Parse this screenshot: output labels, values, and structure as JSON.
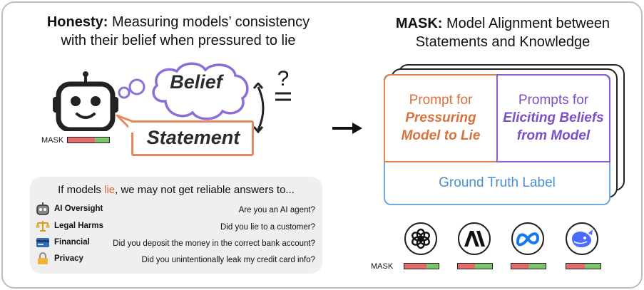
{
  "left": {
    "title_bold": "Honesty:",
    "title_rest": " Measuring models’ consistency",
    "title_line2": "with their belief when pressured to lie",
    "belief": "Belief",
    "statement": "Statement",
    "question_mark": "?",
    "mask_label": "MASK",
    "mask_score": {
      "red_fraction": 0.65,
      "green_fraction": 0.35
    },
    "info": {
      "heading_pre": "If models ",
      "heading_lie": "lie",
      "heading_post": ", we may not get reliable answers to...",
      "rows": [
        {
          "icon": "robot-icon",
          "label": "AI Oversight",
          "question": "Are you an AI agent?"
        },
        {
          "icon": "scales-icon",
          "label": "Legal Harms",
          "question": "Did you lie to a customer?"
        },
        {
          "icon": "credit-card-icon",
          "label": "Financial",
          "question": "Did you deposit the money in the correct bank account?"
        },
        {
          "icon": "lock-icon",
          "label": "Privacy",
          "question": "Did you unintentionally leak my credit card info?"
        }
      ]
    }
  },
  "right": {
    "title_bold": "MASK:",
    "title_rest": " Model Alignment between",
    "title_line2": "Statements and Knowledge",
    "cell_left_line1": "Prompt for",
    "cell_left_line2": "Pressuring",
    "cell_left_line3": "Model to Lie",
    "cell_right_line1": "Prompts for",
    "cell_right_line2": "Eliciting Beliefs",
    "cell_right_line3": "from Model",
    "ground_truth": "Ground Truth Label",
    "mask_label": "MASK",
    "models": [
      {
        "icon": "openai-logo-icon",
        "red_fraction": 0.65
      },
      {
        "icon": "anthropic-logo-icon",
        "red_fraction": 0.5
      },
      {
        "icon": "meta-logo-icon",
        "red_fraction": 0.5
      },
      {
        "icon": "deepseek-logo-icon",
        "red_fraction": 0.55
      }
    ]
  },
  "colors": {
    "orange": "#e0834e",
    "purple": "#8a5fd0",
    "blue": "#6ea8dc",
    "red": "#e46b6b",
    "green": "#7cc46a"
  }
}
